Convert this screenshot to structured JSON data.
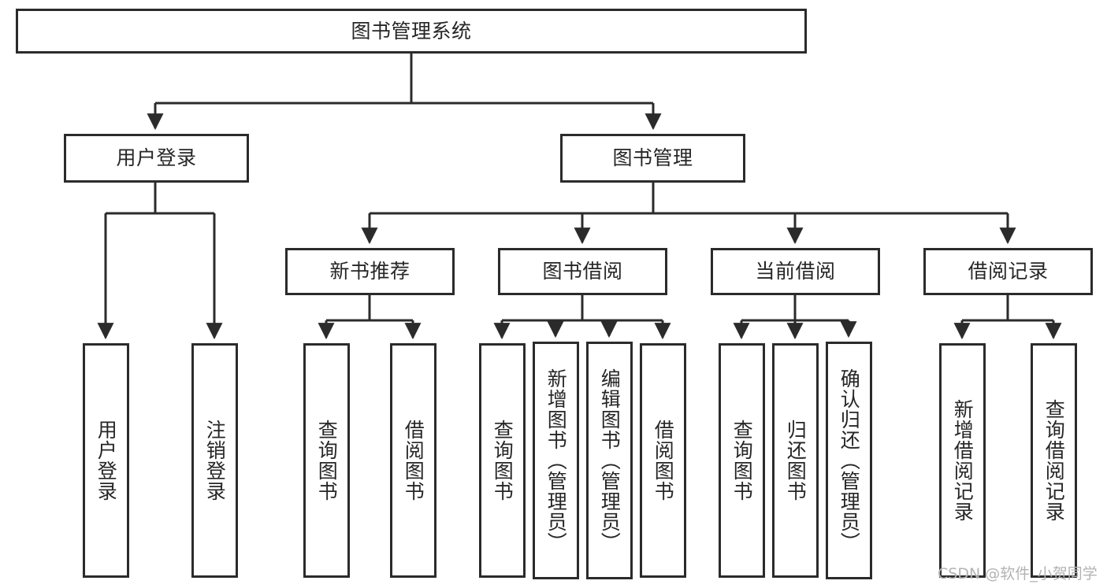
{
  "diagram": {
    "type": "tree-hierarchy",
    "orientation": "top-down",
    "watermark": "CSDN @软件_小贺同学",
    "colors": {
      "box_border": "#2b2b2b",
      "box_fill": "#ffffff",
      "connector": "#2b2b2b",
      "text": "#262626",
      "watermark": "#b3b3b3",
      "background": "#ffffff"
    },
    "root": {
      "label": "图书管理系统"
    },
    "level2": [
      {
        "label": "用户登录"
      },
      {
        "label": "图书管理"
      }
    ],
    "level3": [
      {
        "label": "新书推荐"
      },
      {
        "label": "图书借阅"
      },
      {
        "label": "当前借阅"
      },
      {
        "label": "借阅记录"
      }
    ],
    "leaves": {
      "user_login": [
        {
          "label": "用户登录"
        },
        {
          "label": "注销登录"
        }
      ],
      "new_book_recommend": [
        {
          "label": "查询图书"
        },
        {
          "label": "借阅图书"
        }
      ],
      "book_borrow": [
        {
          "label": "查询图书"
        },
        {
          "label": "新增图书（管理员）"
        },
        {
          "label": "编辑图书（管理员）"
        },
        {
          "label": "借阅图书"
        }
      ],
      "current_borrow": [
        {
          "label": "查询图书"
        },
        {
          "label": "归还图书"
        },
        {
          "label": "确认归还（管理员）"
        }
      ],
      "borrow_record": [
        {
          "label": "新增借阅记录"
        },
        {
          "label": "查询借阅记录"
        }
      ]
    }
  }
}
